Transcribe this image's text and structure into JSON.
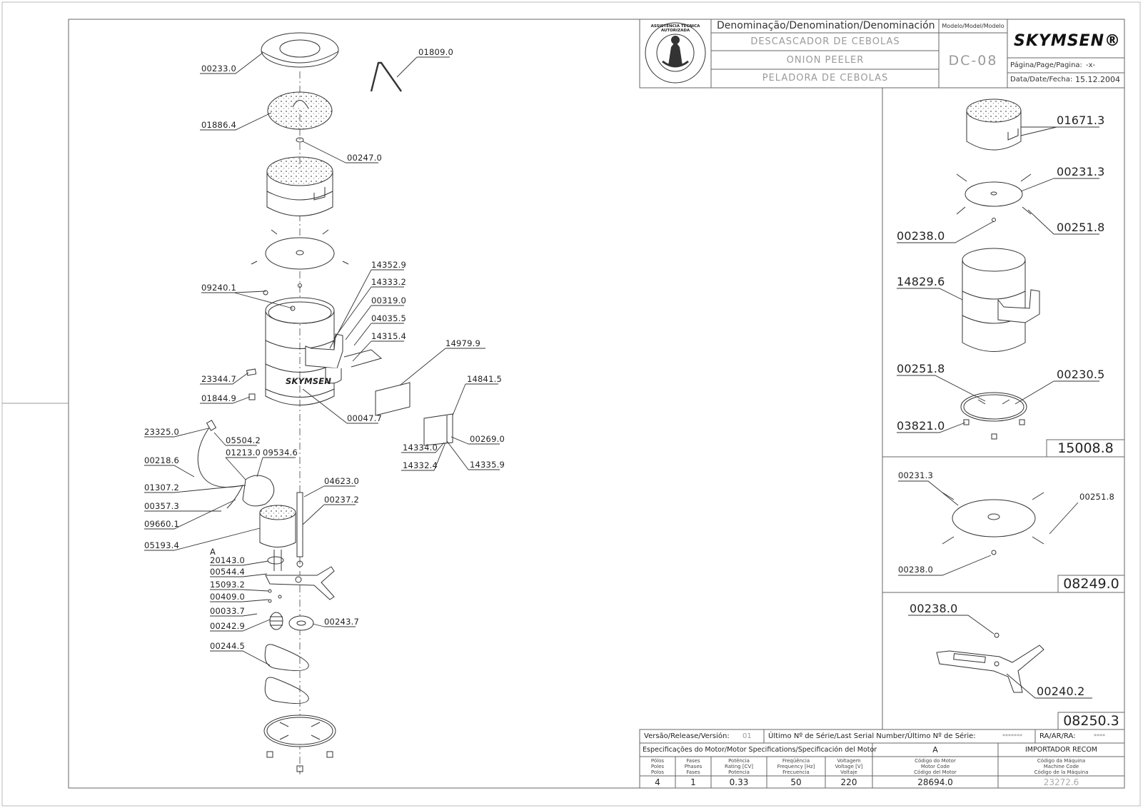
{
  "title_block": {
    "denomination_header": "Denominação/Denomination/Denominación",
    "name_pt": "DESCASCADOR DE CEBOLAS",
    "name_en": "ONION PEELER",
    "name_es": "PELADORA DE CEBOLAS",
    "model_header": "Modelo/Model/Modelo",
    "model": "DC-08",
    "brand": "SKYMSEN®",
    "page_label": "Página/Page/Pagina:",
    "page_value": "-x-",
    "date_label": "Data/Date/Fecha:",
    "date_value": "15.12.2004",
    "seal_text": "ASSISTÊNCIA TÉCNICA AUTORIZADA"
  },
  "main_callouts": [
    "00233.0",
    "01809.0",
    "01886.4",
    "00247.0",
    "14352.9",
    "14333.2",
    "00319.0",
    "04035.5",
    "14315.4",
    "09240.1",
    "14979.9",
    "23344.7",
    "01844.9",
    "00047.7",
    "14841.5",
    "23325.0",
    "05504.2",
    "01213.0",
    "09534.6",
    "00218.6",
    "14334.0",
    "00269.0",
    "14332.4",
    "14335.9",
    "01307.2",
    "04623.0",
    "00357.3",
    "00237.2",
    "09660.1",
    "05193.4",
    "A",
    "20143.0",
    "00544.4",
    "15093.2",
    "00409.0",
    "00033.7",
    "00242.9",
    "00243.7",
    "00244.5"
  ],
  "body_logo": "SKYMSEN",
  "detail_15008": {
    "callouts": [
      "01671.3",
      "00231.3",
      "00238.0",
      "00251.8",
      "14829.6",
      "00251.8",
      "00230.5",
      "03821.0"
    ],
    "code": "15008.8"
  },
  "detail_08249": {
    "callouts": [
      "00231.3",
      "00251.8",
      "00238.0"
    ],
    "code": "08249.0"
  },
  "detail_08250": {
    "callouts": [
      "00238.0",
      "00240.2"
    ],
    "code": "08250.3"
  },
  "bottom_block": {
    "release_label": "Versão/Release/Versión:",
    "release_value": "01",
    "serial_label": "Último Nº de Série/Last Serial Number/Último Nº de Série:",
    "serial_value": "*******",
    "ra_label": "RA/AR/RA:",
    "ra_value": "****",
    "motor_spec_label": "Especificações do Motor/Motor Specifications/Specificación del Motor",
    "motor_letter": "A",
    "importer": "IMPORTADOR RECOM",
    "headers": [
      "Pólos\nPoles\nPolos",
      "Fases\nPhases\nFases",
      "Potência\nRating [CV]\nPotencia",
      "Freqüência\nFrequency [Hz]\nFrecuencia",
      "Voltagem\nVoltage [V]\nVoltaje",
      "Código do Motor\nMotor Code\nCódigo del Motor",
      "Código da Máquina\nMachine Code\nCódigo de la Máquina"
    ],
    "values": [
      "4",
      "1",
      "0.33",
      "50",
      "220",
      "28694.0",
      "23272.6"
    ]
  }
}
